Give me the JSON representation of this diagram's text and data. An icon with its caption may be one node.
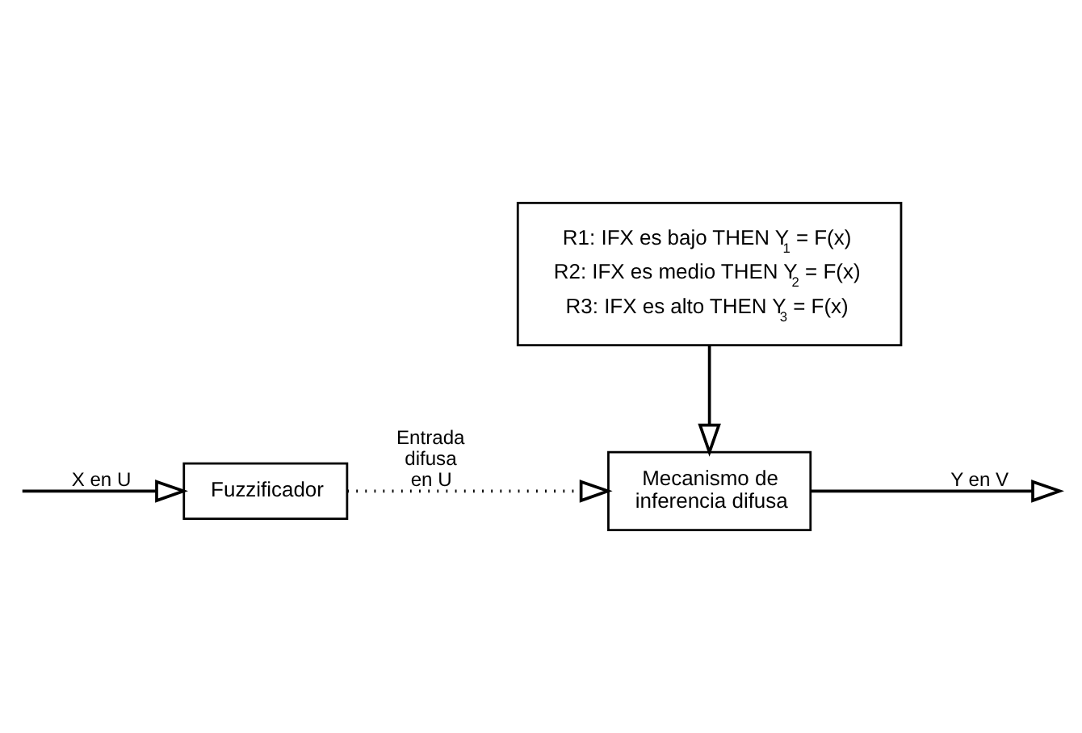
{
  "diagram": {
    "nodes": [
      {
        "text": [
          "R1: IFX es bajo THEN Y$_{1}$ = F(x)",
          "R2: IFX es medio THEN Y$_{2}$ = F(x)",
          "R3: IFX es alto THEN Y$_{3}$ = F(x)"
        ]
      },
      {
        "text": [
          "Fuzzificador"
        ]
      },
      {
        "text": [
          "Mecanismo de inferencia difusa"
        ]
      }
    ],
    "edges": [
      {
        "from": null,
        "to": 1,
        "arrow": "to",
        "label": "X en U"
      },
      {
        "from": 1,
        "to": 2,
        "arrow": "to",
        "label": "Entrada difusa en U",
        "style": "dashed"
      },
      {
        "from": 0,
        "to": 2,
        "arrow": "to"
      },
      {
        "from": 2,
        "to": null,
        "arrow": "to",
        "label": "Y en V"
      }
    ]
  }
}
